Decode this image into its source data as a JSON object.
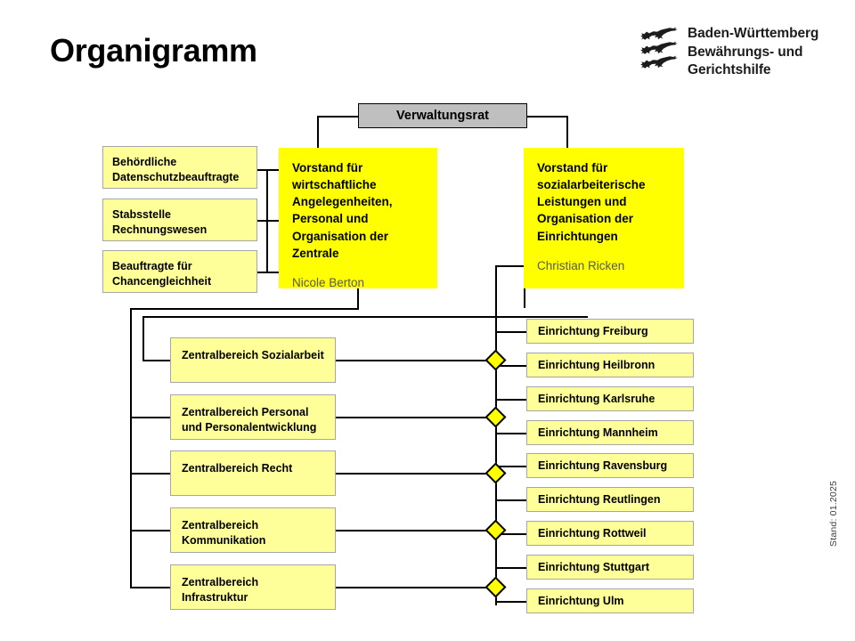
{
  "header": {
    "title": "Organigramm",
    "logo": {
      "icon": "baden-wuerttemberg-three-lions-crest",
      "line1": "Baden-Württemberg",
      "line2": "Bewährungs- und",
      "line3": "Gerichtshilfe"
    }
  },
  "footer": {
    "stand": "Stand: 01.2025"
  },
  "colors": {
    "council_fill": "#bfbfbf",
    "board_fill": "#ffff00",
    "node_fill": "#ffff99",
    "diamond_fill": "#ffff00",
    "line": "#000000",
    "person_text": "#595959",
    "node_border": "#a6a6a6"
  },
  "council": {
    "label": "Verwaltungsrat"
  },
  "boards": [
    {
      "title": "Vorstand für wirtschaftliche Angelegenheiten, Personal und Organisation der Zentrale",
      "person": "Nicole Berton"
    },
    {
      "title": "Vorstand für sozialarbeiterische Leistungen und Organisation der Einrichtungen",
      "person": "Christian Ricken"
    }
  ],
  "staff_units": [
    {
      "label": "Behördliche Datenschutzbeauftragte"
    },
    {
      "label": "Stabsstelle Rechnungswesen"
    },
    {
      "label": "Beauftragte für Chancengleichheit"
    }
  ],
  "divisions": [
    {
      "label": "Zentralbereich Sozialarbeit"
    },
    {
      "label": "Zentralbereich Personal und Personalentwicklung"
    },
    {
      "label": "Zentralbereich Recht"
    },
    {
      "label": "Zentralbereich Kommunikation"
    },
    {
      "label": "Zentralbereich Infrastruktur"
    }
  ],
  "facilities": [
    {
      "label": "Einrichtung Freiburg"
    },
    {
      "label": "Einrichtung Heilbronn"
    },
    {
      "label": "Einrichtung Karlsruhe"
    },
    {
      "label": "Einrichtung Mannheim"
    },
    {
      "label": "Einrichtung Ravensburg"
    },
    {
      "label": "Einrichtung Reutlingen"
    },
    {
      "label": "Einrichtung Rottweil"
    },
    {
      "label": "Einrichtung Stuttgart"
    },
    {
      "label": "Einrichtung Ulm"
    }
  ]
}
